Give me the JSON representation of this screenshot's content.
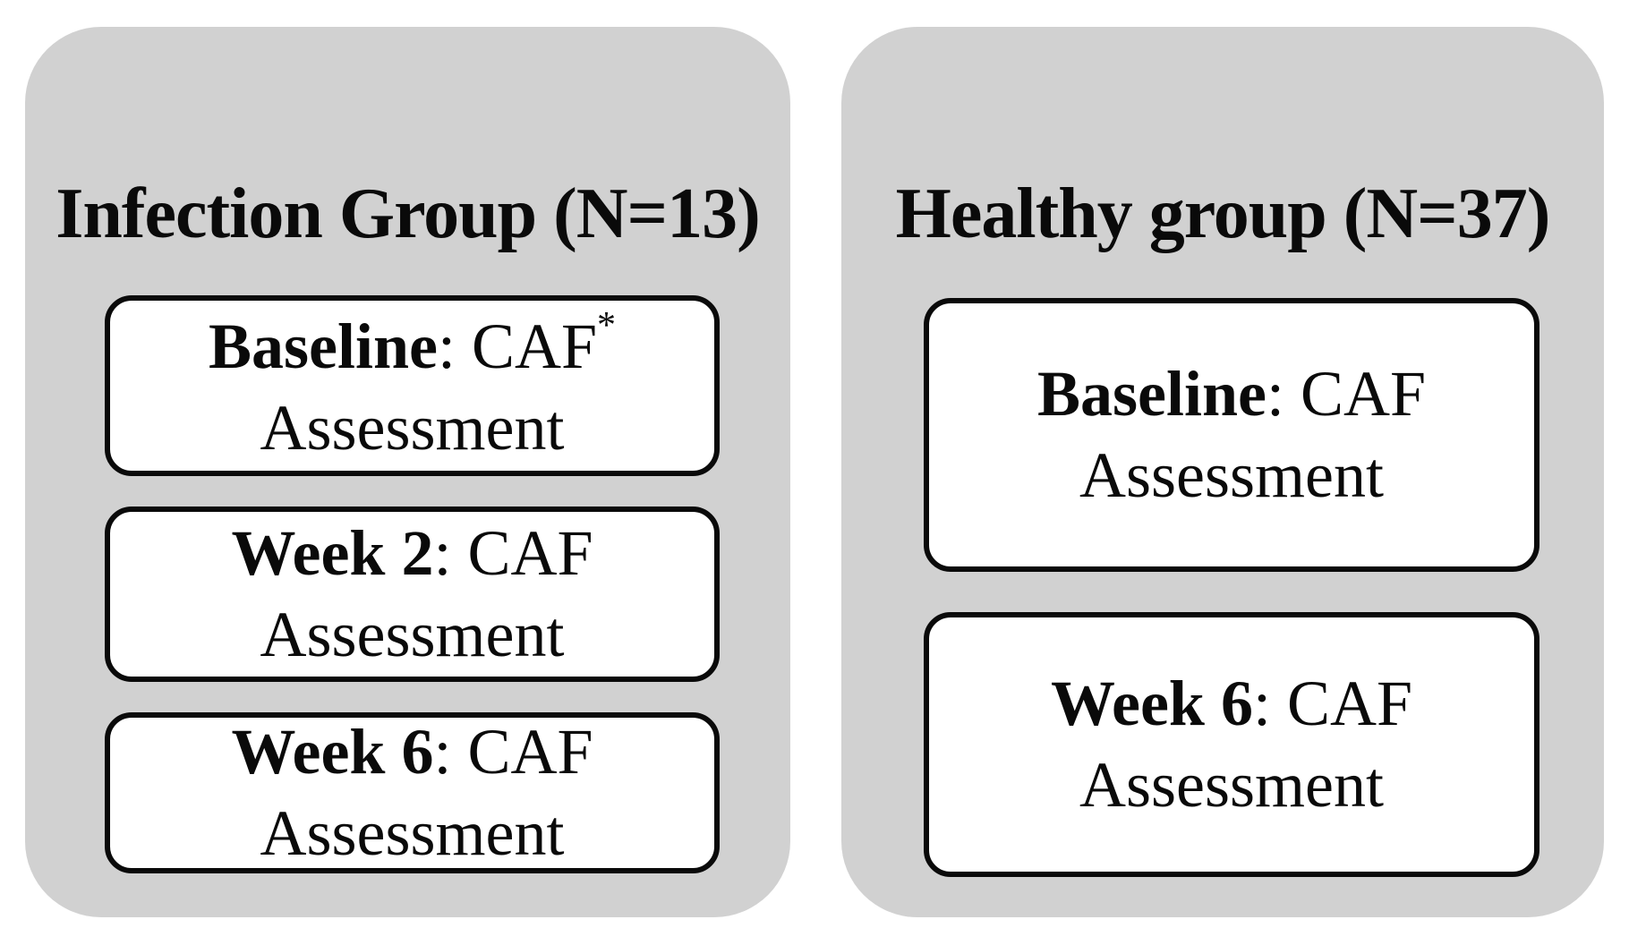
{
  "colors": {
    "panel_bg": "#d1d1d1",
    "box_bg": "#ffffff",
    "border": "#0a0a0a",
    "text": "#0a0a0a"
  },
  "groups": [
    {
      "title": "Infection Group (N=13)",
      "boxes": [
        {
          "label": "Baseline",
          "rest": ": CAF",
          "sup": "*",
          "line2": "Assessment"
        },
        {
          "label": "Week 2",
          "rest": ": CAF",
          "line2": "Assessment"
        },
        {
          "label": "Week 6",
          "rest": ": CAF",
          "line2": "Assessment"
        }
      ]
    },
    {
      "title": "Healthy group (N=37)",
      "boxes": [
        {
          "label": "Baseline",
          "rest": ": CAF",
          "line2": "Assessment"
        },
        {
          "label": "Week 6",
          "rest": ": CAF",
          "line2": "Assessment"
        }
      ]
    }
  ]
}
